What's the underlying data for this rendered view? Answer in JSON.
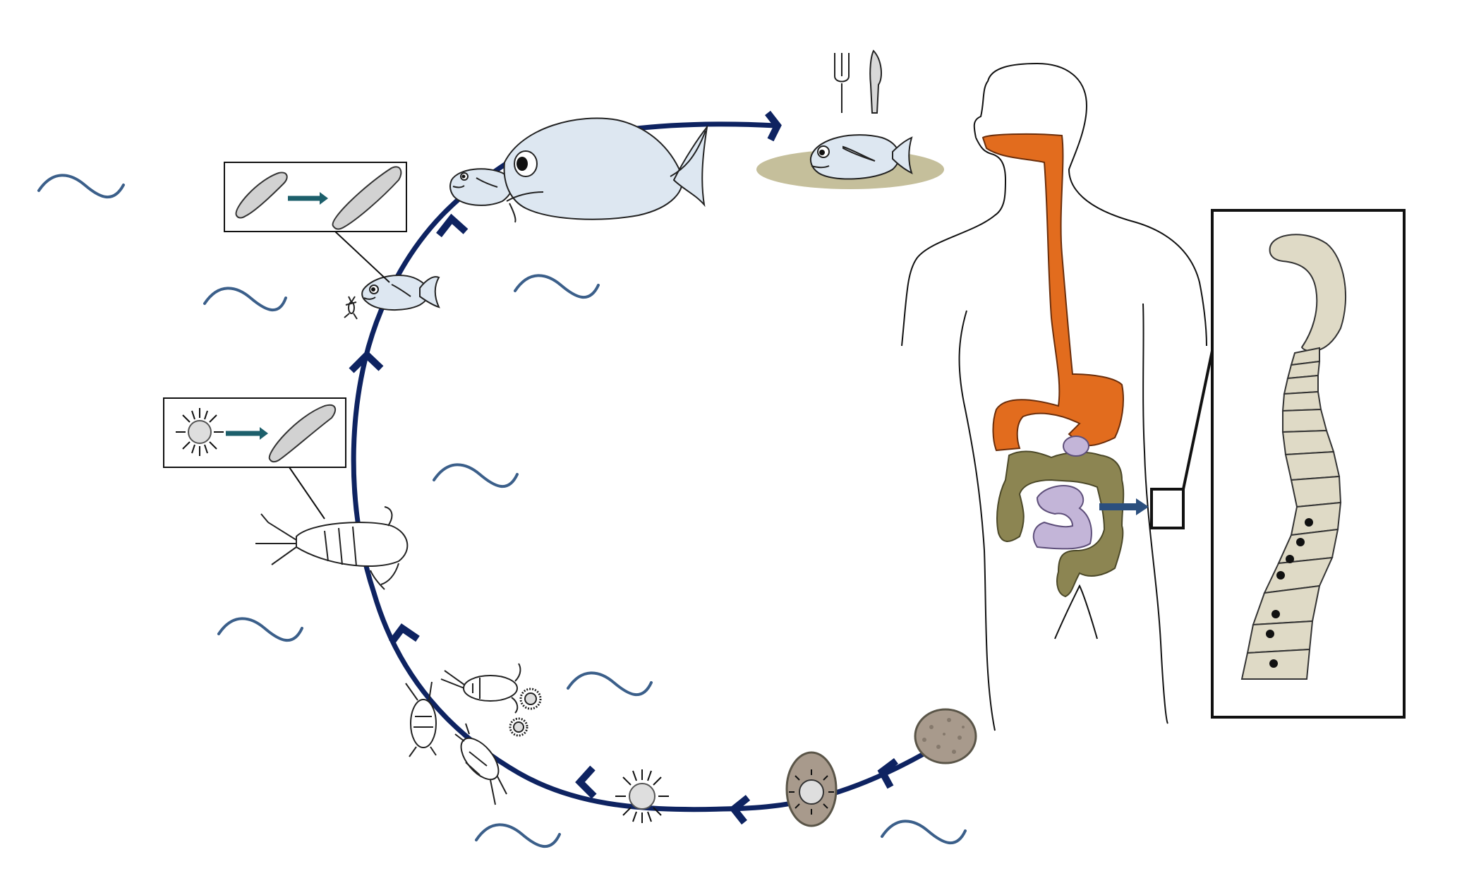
{
  "diagram": {
    "type": "parasite-life-cycle",
    "stages": [
      "egg-with-operculum",
      "embryonated-egg-with-coracidium",
      "free-swimming-coracidium",
      "coracidia-ingested-by-copepods",
      "procercoid-in-copepod",
      "copepod-ingested-by-small-fish",
      "plerocercoid-in-small-fish",
      "small-fish-eaten-by-larger-fish",
      "undercooked-fish-eaten-by-human",
      "adult-worm-in-small-intestine"
    ],
    "colors": {
      "cycle": "#0e2361",
      "water": "#3b5f8a",
      "fish": "#dde7f1",
      "plate": "#c5bf9b",
      "esophagus_stomach": "#e26c1e",
      "colon": "#8c8552",
      "small_intestine": "#c3b5d8",
      "arrow": "#2b4f7e",
      "worm": "#dfdac6",
      "larva": "#d2d2d2",
      "egg": "#a89a8c"
    }
  }
}
